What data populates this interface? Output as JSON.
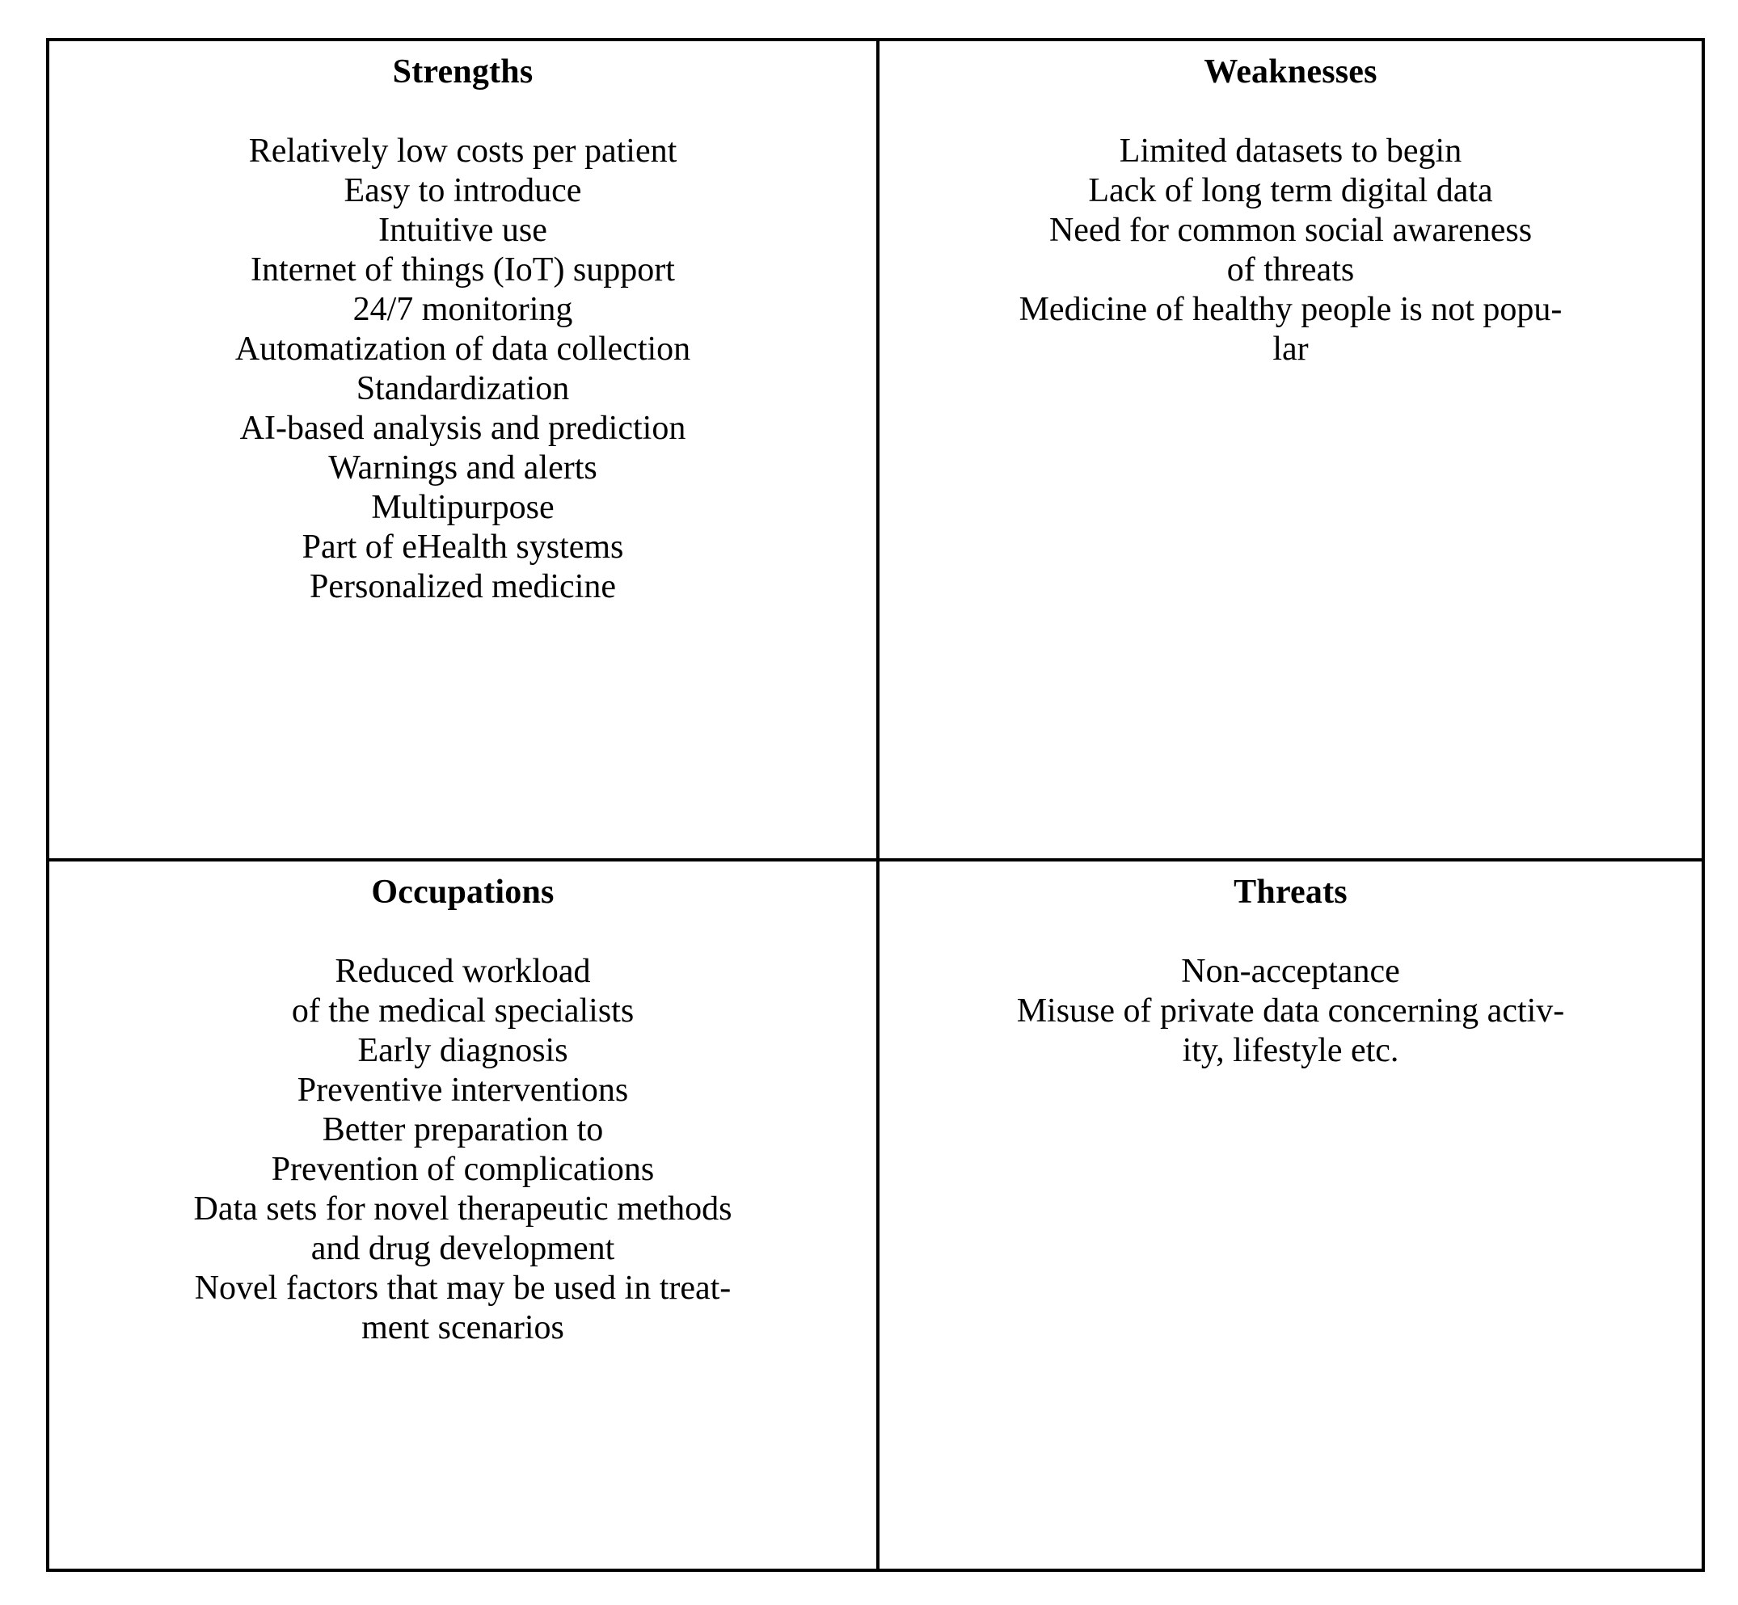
{
  "table": {
    "type": "swot-matrix",
    "border_color": "#000000",
    "text_color": "#000000",
    "background_color": "#ffffff",
    "quadrants": [
      {
        "key": "strengths",
        "title": "Strengths",
        "position": "top-left",
        "items": [
          "Relatively low costs per patient",
          "Easy to introduce",
          "Intuitive use",
          "Internet of things (IoT) support",
          "24/7 monitoring",
          "Automatization of data collection",
          "Standardization",
          "AI-based analysis and prediction",
          "Warnings and alerts",
          "Multipurpose",
          "Part of eHealth systems",
          "Personalized medicine"
        ]
      },
      {
        "key": "weaknesses",
        "title": "Weaknesses",
        "position": "top-right",
        "items": [
          "Limited datasets to begin",
          "Lack of long term digital data",
          "Need for common social awareness\nof threats",
          "Medicine of healthy people is not popu-\nlar"
        ]
      },
      {
        "key": "occupations",
        "title": "Occupations",
        "position": "bottom-left",
        "items": [
          "Reduced workload\nof the medical specialists",
          "Early diagnosis",
          "Preventive interventions",
          "Better preparation to",
          "Prevention of complications",
          "Data sets for novel therapeutic methods\nand drug development",
          "Novel factors that may be used in treat-\nment scenarios"
        ]
      },
      {
        "key": "threats",
        "title": "Threats",
        "position": "bottom-right",
        "items": [
          "Non-acceptance",
          "Misuse of private data concerning activ-\nity, lifestyle etc."
        ]
      }
    ]
  }
}
